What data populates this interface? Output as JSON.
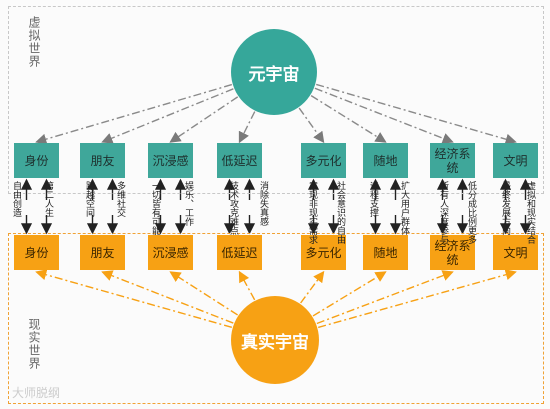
{
  "meta_universe": "元宇宙",
  "real_universe": "真实宇宙",
  "virtual_world_label": "虚拟世界",
  "real_world_label": "现实世界",
  "attributes": [
    {
      "label": "身份"
    },
    {
      "label": "朋友"
    },
    {
      "label": "沉浸感"
    },
    {
      "label": "低延迟"
    },
    {
      "label": "多元化"
    },
    {
      "label": "随地"
    },
    {
      "label": "经济系统"
    },
    {
      "label": "文明"
    }
  ],
  "annotations": [
    "自由创造",
    "第二人生",
    "跨越空间",
    "多维社交",
    "一切皆有可能",
    "娱乐、工作",
    "技术攻克难点",
    "消除失真感",
    "实现非现实需求",
    "社会意识的自由",
    "远程支撑",
    "扩大用户群体",
    "所有人深度参与",
    "低分成比例更多",
    "最终发展方向",
    "虚拟和现实结合"
  ],
  "watermark": "大师脱纲",
  "colors": {
    "teal": "#36a79a",
    "orange": "#f7a114",
    "dash_gray": "#c8c8c8",
    "dash_orange": "#f0a235"
  }
}
